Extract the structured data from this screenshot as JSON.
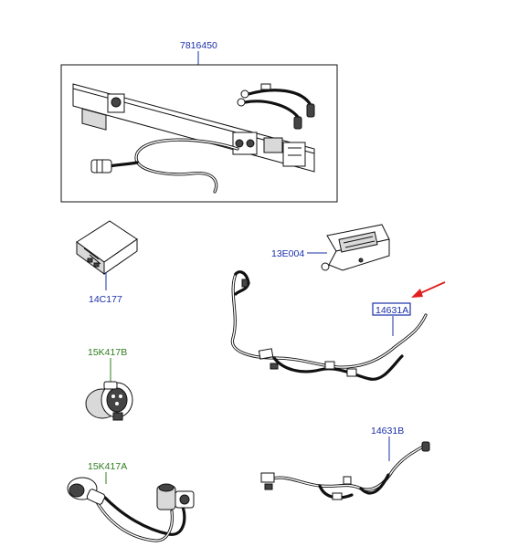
{
  "diagram": {
    "parts": {
      "p7816450": "7816450",
      "p14C177": "14C177",
      "p13E004": "13E004",
      "p14631A": "14631A",
      "p15K417B": "15K417B",
      "p14631B": "14631B",
      "p15K417A": "15K417A"
    },
    "highlighted_part": "14631A",
    "colors": {
      "label_blue": "#1a2fa8",
      "label_green": "#2e7d1e",
      "highlight_box": "#1a2fa8",
      "pointer_arrow": "#e02020"
    },
    "icons": [
      "pointer-arrow-icon"
    ]
  }
}
